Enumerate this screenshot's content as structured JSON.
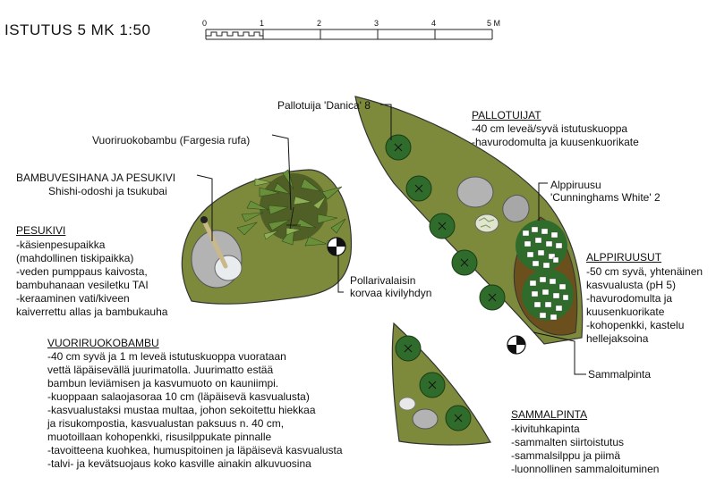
{
  "title": "ISTUTUS 5  MK 1:50",
  "scale_bar": {
    "labels": [
      "0",
      "1",
      "2",
      "3",
      "4",
      "5 M"
    ]
  },
  "labels": {
    "pallotuija": "Pallotuija 'Danica' 8",
    "vuoriruokobambu": "Vuoriruokobambu (Fargesia rufa)",
    "bambuvesihana_title": "BAMBUVESIHANA JA PESUKIVI",
    "bambuvesihana_sub": "Shishi-odoshi ja tsukubai",
    "alppiruusu_1": "Alppiruusu",
    "alppiruusu_2": "'Cunninghams White' 2",
    "pollarivalaisin_1": "Pollarivalaisin",
    "pollarivalaisin_2": "korvaa kivilyhdyn",
    "sammalpinta": "Sammalpinta"
  },
  "notes": {
    "pallotuijat": {
      "heading": "PALLOTUIJAT",
      "lines": [
        "-40 cm leveä/syvä istutuskuoppa",
        "-havurodomulta ja kuusenkuorikate"
      ]
    },
    "pesukivi": {
      "heading": "PESUKIVI",
      "lines": [
        "-käsienpesupaikka",
        "(mahdollinen tiskipaikka)",
        "-veden pumppaus kaivosta,",
        "bambuhanaan vesiletku TAI",
        "-keraaminen vati/kiveen",
        "kaiverrettu allas ja bambukauha"
      ]
    },
    "alppiruusut": {
      "heading": "ALPPIRUUSUT",
      "lines": [
        "-50 cm syvä, yhtenäinen",
        "kasvualusta (pH 5)",
        "-havurodomulta ja",
        "kuusenkuorikate",
        "-kohopenkki, kastelu",
        "hellejaksoina"
      ]
    },
    "vuoriruokobambu": {
      "heading": "VUORIRUOKOBAMBU",
      "lines": [
        "-40 cm syvä ja 1 m leveä istutuskuoppa vuorataan",
        " vettä läpäisevällä  juurimatolla. Juurimatto estää",
        " bambun leviämisen ja kasvumuoto on kauniimpi.",
        "-kuoppaan salaojasoraa 10 cm (läpäisevä kasvualusta)",
        "-kasvualustaksi mustaa multaa, johon sekoitettu hiekkaa",
        " ja risukompostia, kasvualustan paksuus n. 40 cm,",
        " muotoillaan kohopenkki, risusilppukate pinnalle",
        "-tavoitteena kuohkea, humuspitoinen ja läpäisevä kasvualusta",
        "-talvi- ja kevätsuojaus koko kasville ainakin alkuvuosina"
      ]
    },
    "sammalpinta": {
      "heading": "SAMMALPINTA",
      "lines": [
        "-kivituhkapinta",
        "-sammalten siirtoistutus",
        "-sammalsilppu ja piimä",
        "-luonnollinen sammaloituminen"
      ]
    }
  },
  "colors": {
    "bed_fill": "#7d8a3c",
    "bed_stroke": "#333333",
    "shrub_fill": "#2f6b2a",
    "soil_fill": "#6b4f1d",
    "stone_fill": "#b3b3b3",
    "bamboo_fill": "#6a8f3a"
  }
}
